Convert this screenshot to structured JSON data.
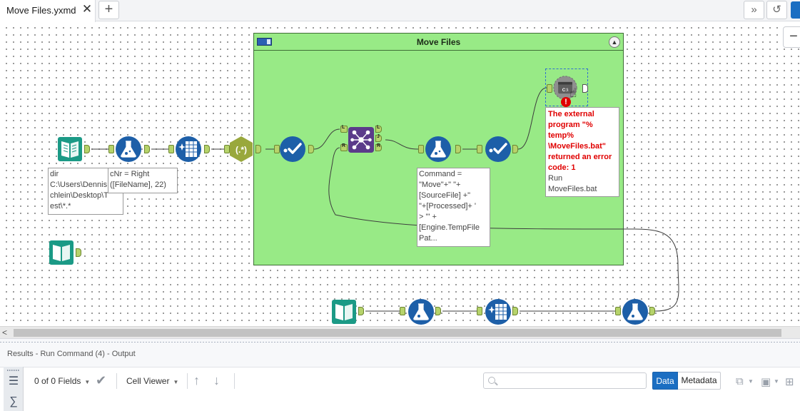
{
  "tabs": {
    "active_title": "Move Files.yxmd",
    "close_glyph": "✕",
    "new_tab_glyph": "+"
  },
  "toolbar_right": {
    "expand_glyph": "»",
    "history_glyph": "↺"
  },
  "canvas": {
    "zoom_out_glyph": "−",
    "container": {
      "title": "Move Files",
      "collapse_glyph": "▲"
    },
    "annotations": {
      "directory": "dir\nC:\\Users\\Dennis\nchlein\\Desktop\\T\nest\\*.*",
      "formula_1": "cNr = Right\n([FileName], 22)",
      "formula_2": "Command =\n\"Move\"+\" \"+\n[SourceFile] +\"\n\"+[Processed]+ '\n> \"' +\n[Engine.TempFile\nPat...",
      "error_message": "The external\nprogram \"%\ntemp%\n\\MoveFiles.bat\"\nreturned an error\ncode: 1",
      "run_command": "Run\nMoveFiles.bat"
    },
    "join_anchors": {
      "left": "L",
      "right": "R",
      "out_left": "L",
      "out_join": "J",
      "out_right": "R"
    },
    "regex_label": "(.*)",
    "run_cmd_label": "C:\\"
  },
  "results": {
    "title": "Results - Run Command (4) - Output",
    "fields_label": "0 of 0 Fields",
    "cell_viewer_label": "Cell Viewer",
    "search_placeholder": "",
    "data_tab": "Data",
    "metadata_tab": "Metadata"
  },
  "colors": {
    "container_bg": "#98ea86",
    "tool_blue": "#1d5fa8",
    "input_teal": "#1b9a86",
    "join_purple": "#5b3b8a",
    "regex_olive": "#99a83c",
    "accent": "#1b6ec2",
    "error_red": "#e00000"
  }
}
